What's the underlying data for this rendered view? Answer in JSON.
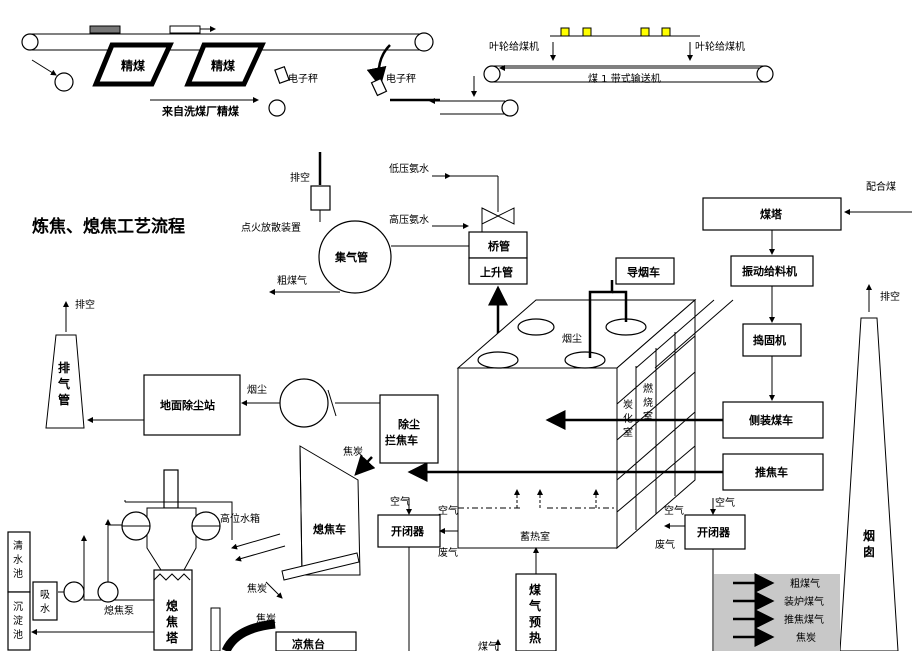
{
  "title": "炼焦、熄焦工艺流程",
  "coal_supply": {
    "fine_coal": "精煤",
    "from_plant": "来自洗煤厂精煤",
    "scale": "电子秤",
    "feeder": "叶轮给煤机",
    "belt": "煤 1 带式输送机"
  },
  "gas_system": {
    "vent": "排空",
    "low_pressure_ammonia": "低压氨水",
    "high_pressure_ammonia": "高压氨水",
    "ignition": "点火放散装置",
    "collector": "集气管",
    "crude_gas": "粗煤气",
    "bridge_pipe": "桥管",
    "riser": "上升管"
  },
  "charging": {
    "blend_coal": "配合煤",
    "coal_tower": "煤塔",
    "vibrating_feeder": "振动给料机",
    "tamping": "捣固机",
    "side_charger": "侧装煤车",
    "pusher": "推焦车",
    "smoke_guide": "导烟车",
    "dust": "烟尘"
  },
  "oven": {
    "carbonization": "炭\n化\n室",
    "combustion": "燃\n烧\n室",
    "regenerator": "蓄热室",
    "air": "空气",
    "waste_gas": "废气",
    "gas": "煤气",
    "gas_preheater": "煤\n气\n预\n热"
  },
  "dedusting": {
    "stack": "排\n气\n管",
    "vent": "排空",
    "ground_station": "地面除尘站",
    "dust": "烟尘",
    "guide_car": "除尘\n拦焦车",
    "switch": "开闭器"
  },
  "quenching": {
    "quench_car": "熄焦车",
    "coke": "焦炭",
    "tower": "熄\n焦\n塔",
    "water_tank": "高位水箱",
    "pump": "熄焦泵",
    "clear_pool": "清\n水\n池",
    "suction": "吸\n水",
    "settling": "沉\n淀\n池",
    "wharf": "凉焦台"
  },
  "chimney": {
    "label": "烟\n囱",
    "vent": "排空"
  },
  "legend": {
    "items": [
      "粗煤气",
      "装炉煤气",
      "推焦煤气",
      "焦炭"
    ],
    "bg_color": "#c8c8c8"
  }
}
